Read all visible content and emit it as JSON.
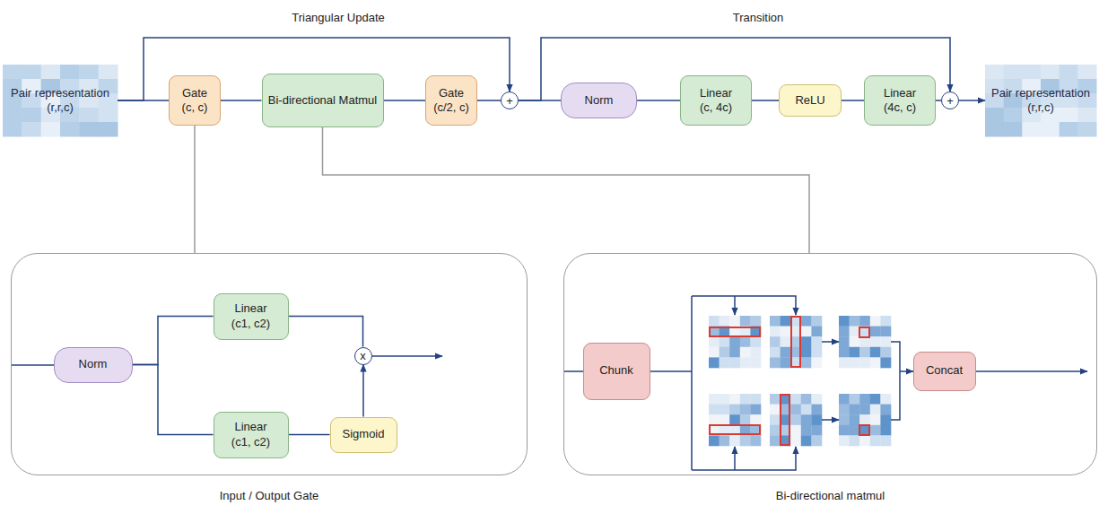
{
  "diagram": {
    "nodes": [
      {
        "text": [
          "Pair representation",
          "(r,r,c)"
        ]
      },
      {
        "text": [
          "Gate",
          "(c, c)"
        ]
      },
      {
        "text": [
          "Bi-directional Matmul"
        ]
      },
      {
        "text": [
          "Gate",
          "(c/2, c)"
        ]
      },
      {
        "text": [
          "+"
        ]
      },
      {
        "text": [
          "Norm"
        ]
      },
      {
        "text": [
          "Linear",
          "(c, 4c)"
        ]
      },
      {
        "text": [
          "ReLU"
        ]
      },
      {
        "text": [
          "Linear",
          "(4c, c)"
        ]
      },
      {
        "text": [
          "+"
        ]
      },
      {
        "text": [
          "Pair representation",
          "(r,r,c)"
        ]
      },
      {
        "text": [
          "Input / Output Gate"
        ]
      },
      {
        "text": [
          "Norm"
        ],
        "in": 11
      },
      {
        "text": [
          "Linear",
          "(c1, c2)"
        ],
        "in": 11
      },
      {
        "text": [
          "Linear",
          "(c1, c2)"
        ],
        "in": 11
      },
      {
        "text": [
          "x"
        ],
        "in": 11
      },
      {
        "text": [
          "Sigmoid"
        ],
        "in": 11
      },
      {
        "text": [
          "Bi-directional matmul"
        ]
      },
      {
        "text": [
          "Chunk"
        ],
        "in": 17
      },
      {
        "text": [
          "Concat"
        ],
        "in": 17
      }
    ],
    "edges": [
      {
        "from": 0,
        "to": 1,
        "arrow": "none"
      },
      {
        "from": 1,
        "to": 2,
        "arrow": "none"
      },
      {
        "from": 2,
        "to": 3,
        "arrow": "none"
      },
      {
        "from": 3,
        "to": 4,
        "arrow": "none"
      },
      {
        "from": 0,
        "to": 4,
        "arrow": "to"
      },
      {
        "from": 4,
        "to": 5,
        "arrow": "none"
      },
      {
        "from": 5,
        "to": 6,
        "arrow": "none"
      },
      {
        "from": 6,
        "to": 7,
        "arrow": "none"
      },
      {
        "from": 7,
        "to": 8,
        "arrow": "none"
      },
      {
        "from": 8,
        "to": 9,
        "arrow": "none"
      },
      {
        "from": 4,
        "to": 9,
        "arrow": "to"
      },
      {
        "from": 9,
        "to": 10,
        "arrow": "to"
      },
      {
        "from": 1,
        "to": 11,
        "arrow": "none"
      },
      {
        "from": 2,
        "to": 17,
        "arrow": "none"
      },
      {
        "from": 12,
        "to": 13,
        "arrow": "none"
      },
      {
        "from": 12,
        "to": 14,
        "arrow": "none"
      },
      {
        "from": 13,
        "to": 15,
        "arrow": "none"
      },
      {
        "from": 14,
        "to": 16,
        "arrow": "none"
      },
      {
        "from": 16,
        "to": 15,
        "arrow": "to"
      }
    ],
    "labels": [
      "Triangular Update",
      "Transition"
    ]
  }
}
